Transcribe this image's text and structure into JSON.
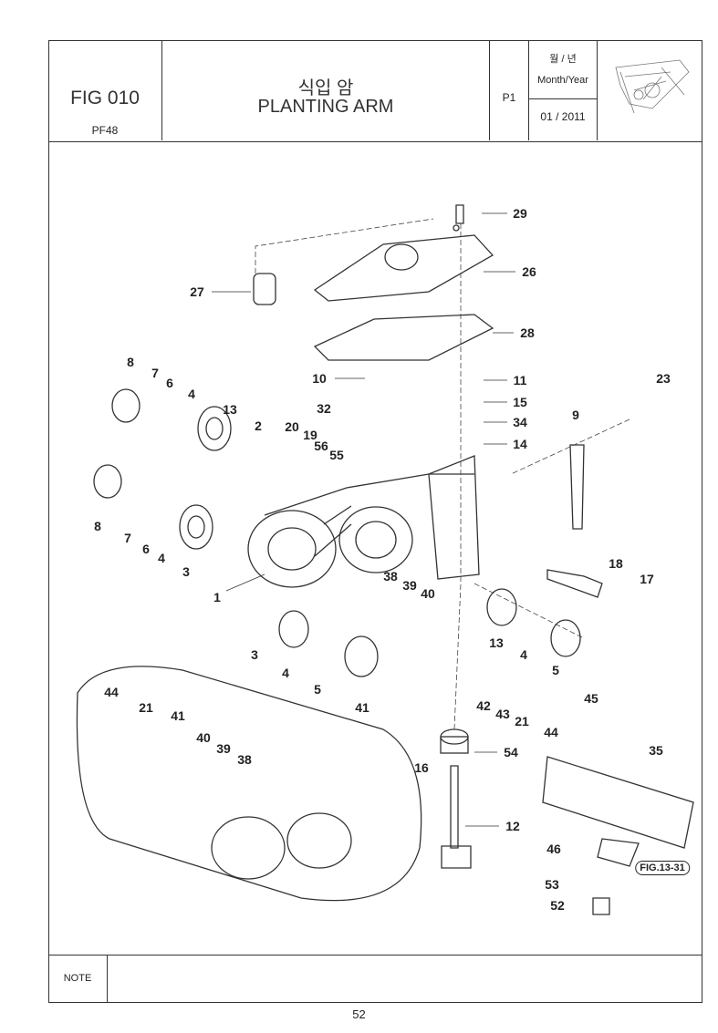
{
  "header": {
    "fig_number": "FIG 010",
    "model": "PF48",
    "title_ko": "식입 암",
    "title_en": "PLANTING ARM",
    "page_code": "P1",
    "date_label_ko": "월 / 년",
    "date_label_en": "Month/Year",
    "date_value": "01 / 2011"
  },
  "diagram": {
    "labels": [
      "29",
      "26",
      "27",
      "28",
      "8",
      "7",
      "6",
      "4",
      "13",
      "2",
      "20",
      "19",
      "56",
      "55",
      "10",
      "32",
      "11",
      "15",
      "34",
      "14",
      "23",
      "9",
      "8",
      "7",
      "6",
      "4",
      "3",
      "1",
      "38",
      "39",
      "40",
      "18",
      "17",
      "3",
      "4",
      "5",
      "41",
      "13",
      "4",
      "5",
      "42",
      "43",
      "21",
      "45",
      "44",
      "35",
      "54",
      "16",
      "12",
      "46",
      "53",
      "52",
      "44",
      "21",
      "41",
      "40",
      "39",
      "38"
    ],
    "reference": "FIG.13-31"
  },
  "footer": {
    "note_label": "NOTE",
    "page_number": "52"
  }
}
